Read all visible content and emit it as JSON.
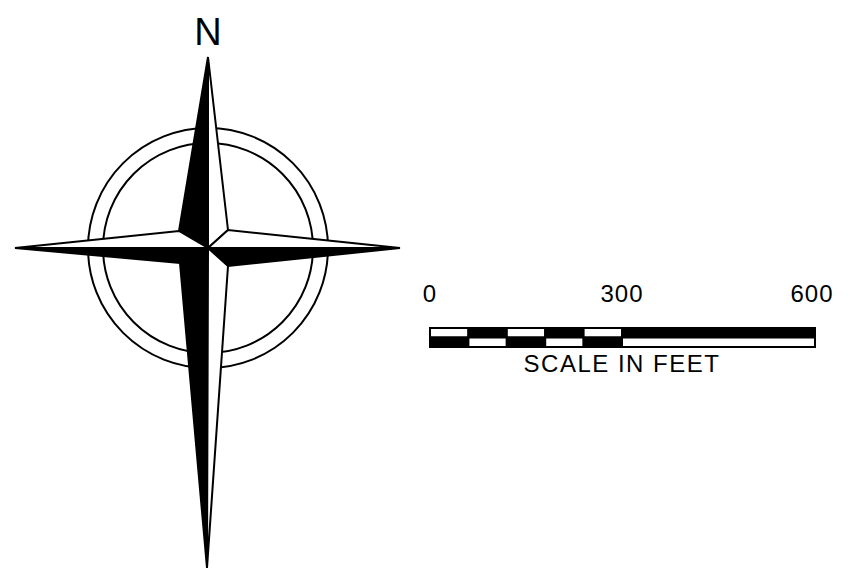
{
  "diagram": {
    "labels": [
      "N",
      "0",
      "300",
      "600",
      "SCALE IN FEET"
    ]
  }
}
